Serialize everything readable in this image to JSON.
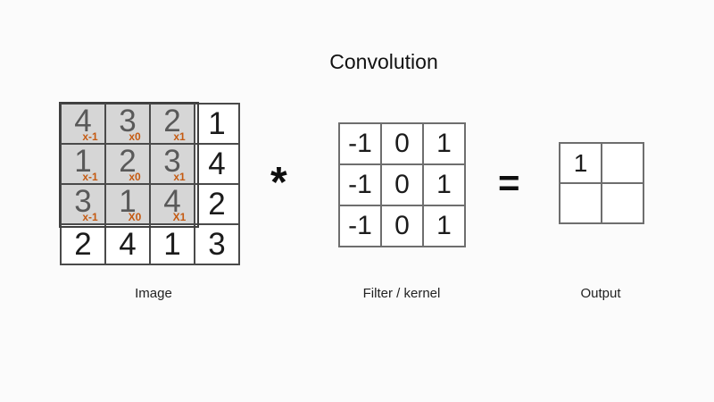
{
  "title": "Convolution",
  "operators": {
    "convolve": "*",
    "equals": "="
  },
  "image_matrix": {
    "label": "Image",
    "size": "4x4",
    "cells": [
      {
        "value": "4",
        "sub": "x-1",
        "highlighted": true
      },
      {
        "value": "3",
        "sub": "x0",
        "highlighted": true
      },
      {
        "value": "2",
        "sub": "x1",
        "highlighted": true
      },
      {
        "value": "1",
        "sub": "",
        "highlighted": false
      },
      {
        "value": "1",
        "sub": "x-1",
        "highlighted": true
      },
      {
        "value": "2",
        "sub": "x0",
        "highlighted": true
      },
      {
        "value": "3",
        "sub": "x1",
        "highlighted": true
      },
      {
        "value": "4",
        "sub": "",
        "highlighted": false
      },
      {
        "value": "3",
        "sub": "x-1",
        "highlighted": true
      },
      {
        "value": "1",
        "sub": "X0",
        "highlighted": true
      },
      {
        "value": "4",
        "sub": "X1",
        "highlighted": true
      },
      {
        "value": "2",
        "sub": "",
        "highlighted": false
      },
      {
        "value": "2",
        "sub": "",
        "highlighted": false
      },
      {
        "value": "4",
        "sub": "",
        "highlighted": false
      },
      {
        "value": "1",
        "sub": "",
        "highlighted": false
      },
      {
        "value": "3",
        "sub": "",
        "highlighted": false
      }
    ]
  },
  "filter_matrix": {
    "label": "Filter / kernel",
    "size": "3x3",
    "cells": [
      "-1",
      "0",
      "1",
      "-1",
      "0",
      "1",
      "-1",
      "0",
      "1"
    ]
  },
  "output_matrix": {
    "label": "Output",
    "size": "2x2",
    "cells": [
      "1",
      "",
      "",
      ""
    ]
  },
  "colors": {
    "highlight_bg": "#d6d6d6",
    "highlighted_digit": "#595959",
    "subscript_orange": "#c55a11",
    "digit_black": "#1b1b1b",
    "background": "#fbfbfb"
  }
}
